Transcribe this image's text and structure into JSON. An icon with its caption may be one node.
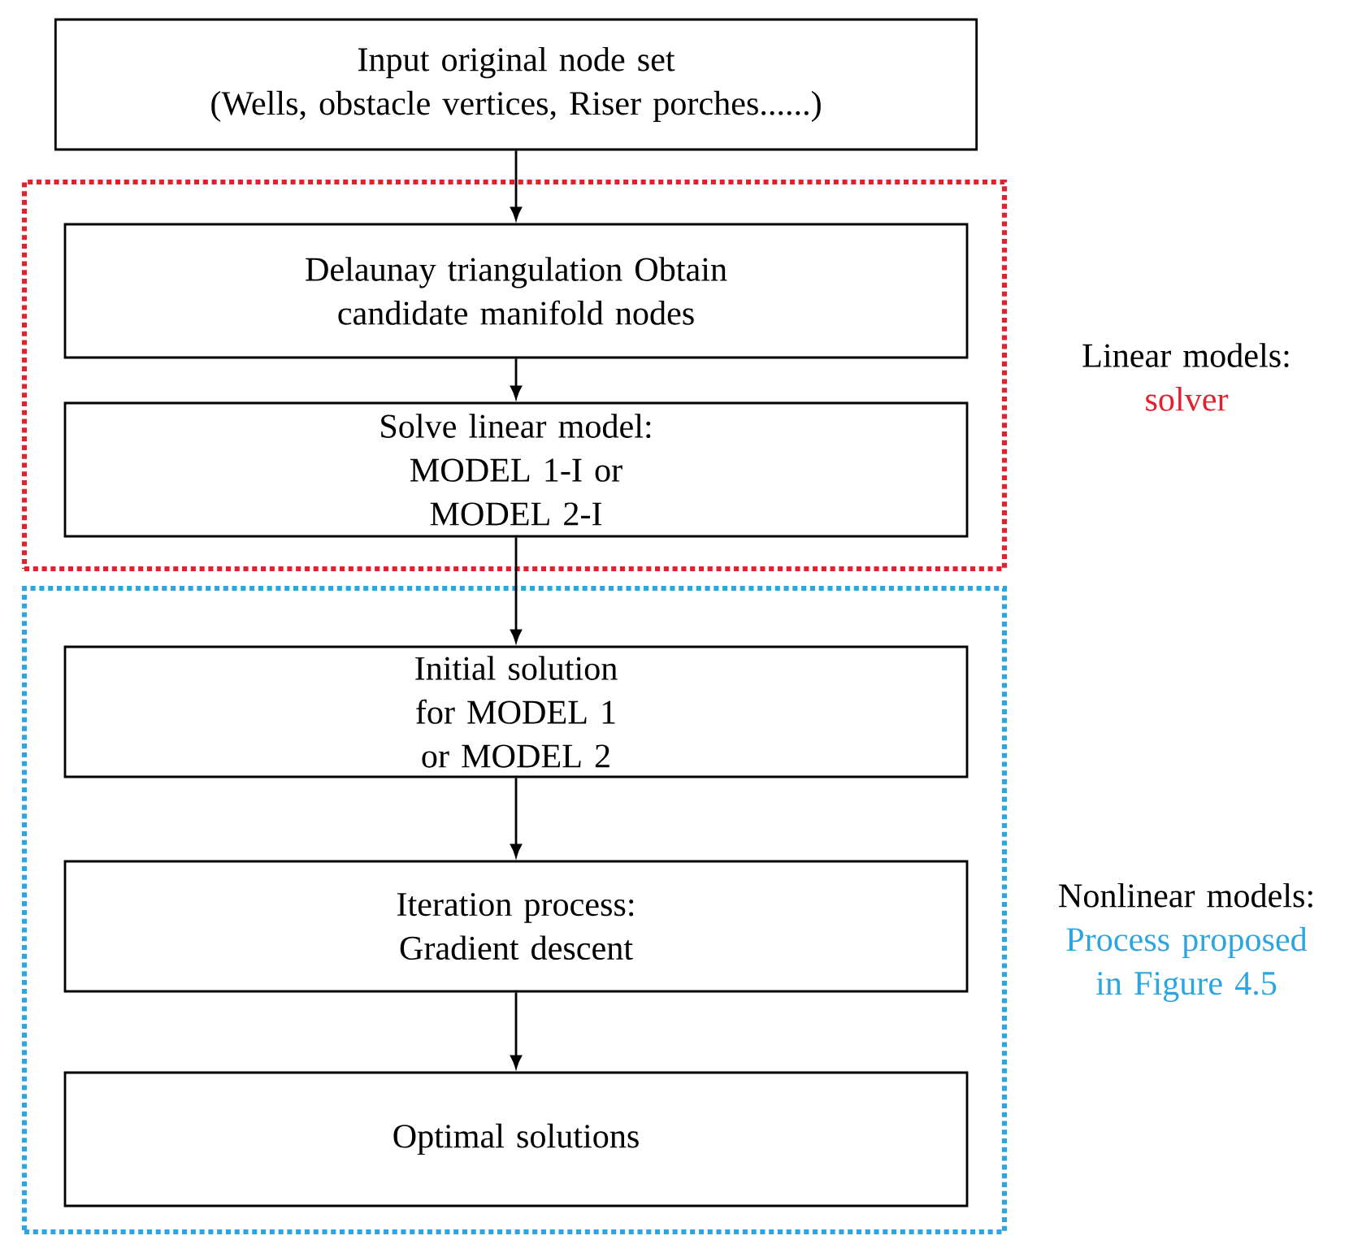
{
  "diagram": {
    "nodes": [
      {
        "text": [
          "Input original node set",
          "(Wells, obstacle vertices, Riser porches......)"
        ]
      },
      {
        "text": [
          "Linear models:",
          "solver"
        ]
      },
      {
        "text": [
          "Delaunay triangulation Obtain candidate manifold nodes"
        ],
        "in": 1
      },
      {
        "text": [
          "Solve linear model: MODEL 1-I or MODEL 2-I"
        ],
        "in": 1
      },
      {
        "text": [
          "Nonlinear models:",
          "Process proposed in Figure 4.5"
        ]
      },
      {
        "text": [
          "Initial solution for MODEL 1 or MODEL 2"
        ],
        "in": 4
      },
      {
        "text": [
          "Iteration process: Gradient descent"
        ],
        "in": 4
      },
      {
        "text": [
          "Optimal solutions"
        ],
        "in": 4
      }
    ],
    "edges": [
      {
        "from": 0,
        "to": 2,
        "arrow": "to"
      },
      {
        "from": 2,
        "to": 3,
        "arrow": "to"
      },
      {
        "from": 3,
        "to": 5,
        "arrow": "to"
      },
      {
        "from": 5,
        "to": 6,
        "arrow": "to"
      },
      {
        "from": 6,
        "to": 7,
        "arrow": "to"
      }
    ]
  }
}
